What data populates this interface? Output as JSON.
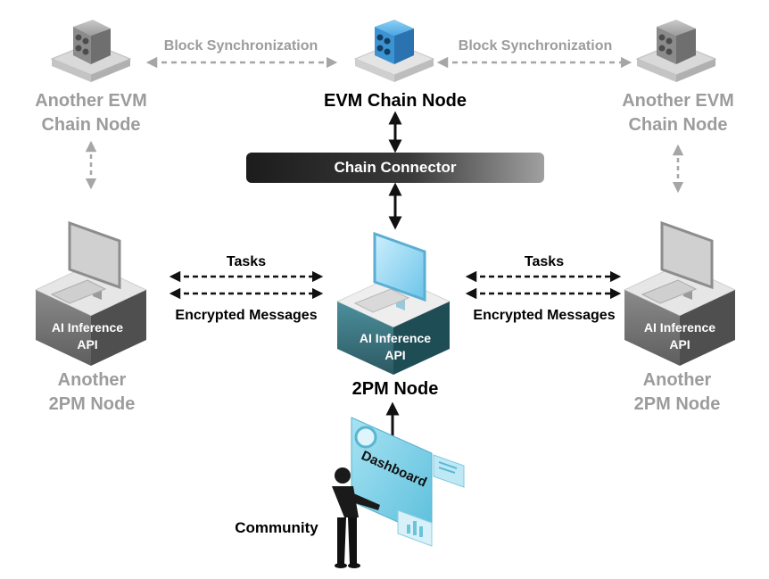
{
  "labels": {
    "block_sync_left": "Block Synchronization",
    "block_sync_right": "Block Synchronization",
    "evm_node": "EVM Chain Node",
    "another_evm_left": [
      "Another EVM",
      "Chain Node"
    ],
    "another_evm_right": [
      "Another EVM",
      "Chain Node"
    ],
    "chain_connector": "Chain Connector",
    "tasks_left": "Tasks",
    "tasks_right": "Tasks",
    "encrypted_left": "Encrypted Messages",
    "encrypted_right": "Encrypted Messages",
    "ai_api_left": [
      "AI Inference",
      "API"
    ],
    "ai_api_center": [
      "AI Inference",
      "API"
    ],
    "ai_api_right": [
      "AI Inference",
      "API"
    ],
    "another_2pm_left": [
      "Another",
      "2PM Node"
    ],
    "another_2pm_right": [
      "Another",
      "2PM Node"
    ],
    "twopm_node": "2PM Node",
    "dashboard": "Dashboard",
    "community": "Community"
  },
  "colors": {
    "primary_node": "#2f8fd6",
    "grey_node": "#8a8a8a",
    "connector_dark": "#232323",
    "connector_light": "#9a9a9a",
    "dashboard": "#7dcde6",
    "grey_text": "#9c9c9c"
  },
  "icons": [
    "server-cube-icon",
    "computer-workstation-icon",
    "dashboard-screen-icon",
    "person-icon"
  ]
}
